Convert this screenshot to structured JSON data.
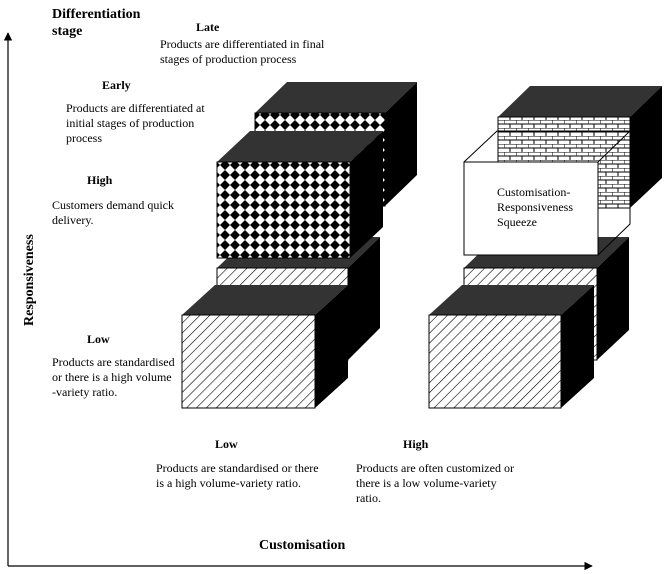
{
  "axes": {
    "y_label": "Responsiveness",
    "x_label": "Customisation"
  },
  "differentiation_stage": {
    "title": "Differentiation\nstage",
    "late": {
      "label": "Late",
      "desc": "Products are differentiated in final\nstages of production process"
    },
    "early": {
      "label": "Early",
      "desc": "Products are differentiated at\ninitial stages of production\nprocess"
    }
  },
  "responsiveness_levels": {
    "high": {
      "label": "High",
      "desc": "Customers demand quick\ndelivery."
    },
    "low": {
      "label": "Low",
      "desc": "Products are standardised\n or there is a high volume\n-variety ratio."
    }
  },
  "customisation_levels": {
    "low": {
      "label": "Low",
      "desc": "Products are standardised or there\nis a high volume-variety ratio."
    },
    "high": {
      "label": "High",
      "desc": "Products are often customized or\nthere is a low volume-variety\nratio."
    }
  },
  "squeeze_box": {
    "label": "Customisation-\nResponsiveness\nSqueeze"
  },
  "colors": {
    "ink": "#000000",
    "top_face": "#333333",
    "side_face": "#000000",
    "paper": "#ffffff"
  }
}
